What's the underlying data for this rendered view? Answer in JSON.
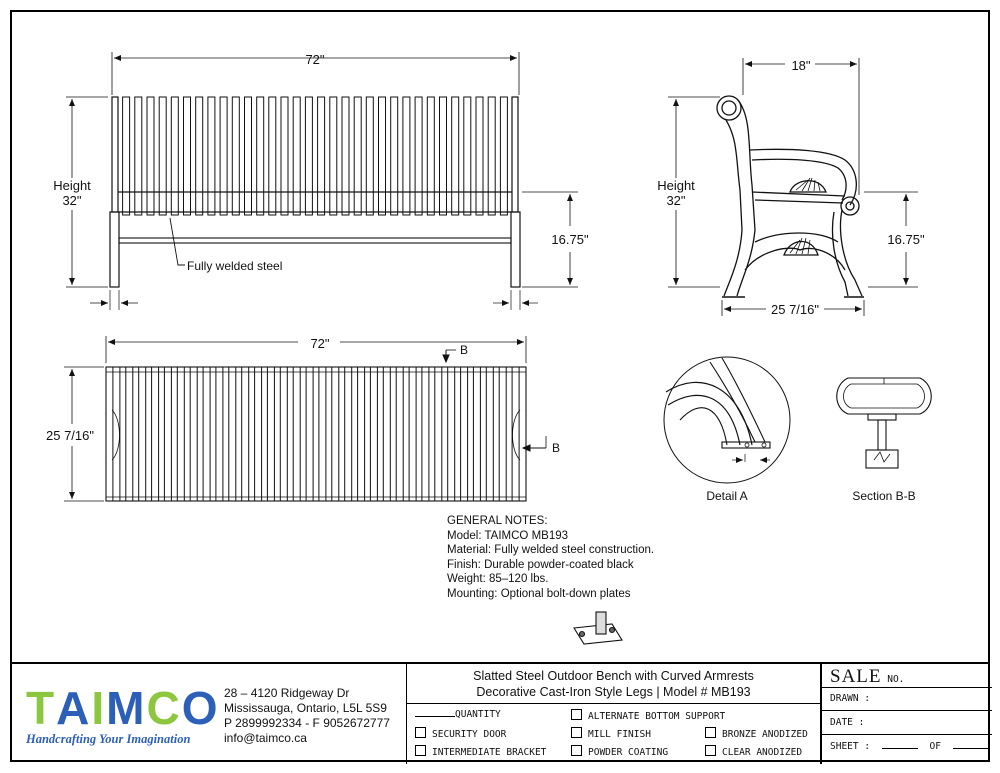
{
  "drawing": {
    "front_view": {
      "width_dim": "72\"",
      "height_label": "Height",
      "height_dim": "32\"",
      "seat_height_dim": "16.75\"",
      "callout": "Fully welded steel"
    },
    "side_view": {
      "depth_dim": "18\"",
      "height_label": "Height",
      "height_dim": "32\"",
      "seat_height_dim": "16.75\"",
      "base_dim": "25 7/16\""
    },
    "top_view": {
      "width_dim": "72\"",
      "depth_dim": "25 7/16\"",
      "section_marker_top": "B",
      "section_marker_right": "B"
    },
    "detail_a_label": "Detail A",
    "section_bb_label": "Section B-B"
  },
  "notes": {
    "heading": "GENERAL NOTES:",
    "model": "Model: TAIMCO MB193",
    "material": "Material: Fully welded steel construction.",
    "finish": "Finish: Durable powder-coated black",
    "weight": "Weight: 85–120 lbs.",
    "mounting": "Mounting: Optional bolt-down plates"
  },
  "company": {
    "logo_letters": [
      "T",
      "A",
      "I",
      "M",
      "C",
      "O"
    ],
    "logo_colors": [
      "#8dc63f",
      "#2c5fb8",
      "#8dc63f",
      "#2c5fb8",
      "#8dc63f",
      "#2c5fb8"
    ],
    "tagline": "Handcrafting Your Imagination",
    "address_line1": "28 – 4120 Ridgeway Dr",
    "address_line2": "Mississauga, Ontario, L5L 5S9",
    "phone": "P 2899992334 - F 9052672777",
    "email": "info@taimco.ca"
  },
  "title": {
    "line1": "Slatted Steel Outdoor Bench with Curved Armrests",
    "line2": "Decorative Cast-Iron Style Legs | Model # MB193"
  },
  "options": {
    "quantity": "QUANTITY",
    "security_door": "SECURITY DOOR",
    "intermediate_bracket": "INTERMEDIATE BRACKET",
    "alternate_bottom_support": "ALTERNATE BOTTOM SUPPORT",
    "mill_finish": "MILL FINISH",
    "powder_coating": "POWDER COATING",
    "bronze_anodized": "BRONZE ANODIZED",
    "clear_anodized": "CLEAR ANODIZED"
  },
  "sign": {
    "sale": "SALE",
    "no": "NO.",
    "drawn": "DRAWN :",
    "date": "DATE :",
    "sheet": "SHEET :",
    "of": "OF"
  }
}
